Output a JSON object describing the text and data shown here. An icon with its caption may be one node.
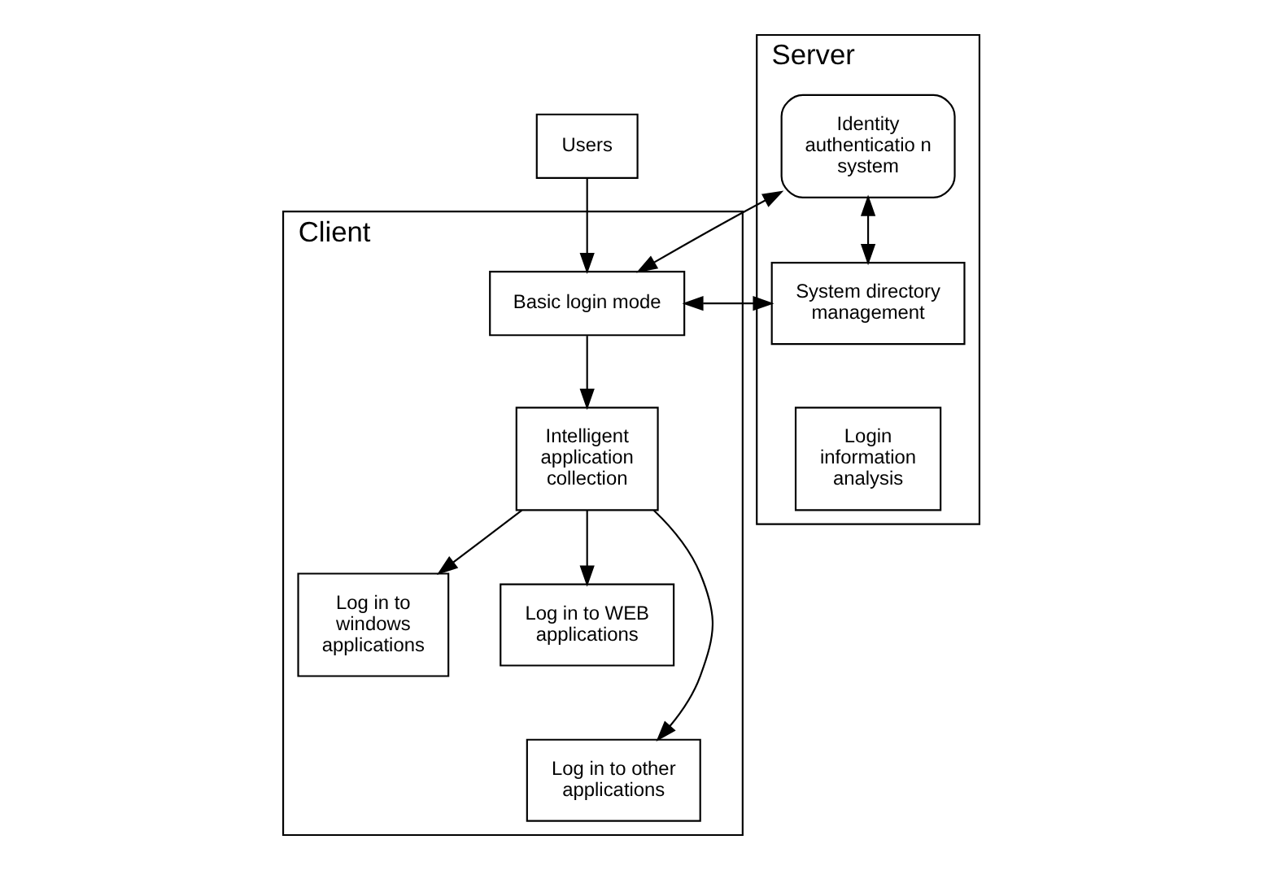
{
  "diagram": {
    "nodes": [
      {
        "text": [
          "Users"
        ]
      },
      {
        "text": [
          "Client"
        ]
      },
      {
        "text": [
          "Basic login mode"
        ],
        "in": 1
      },
      {
        "text": [
          "Intelligent application collection"
        ],
        "in": 1
      },
      {
        "text": [
          "Log in to windows applications"
        ],
        "in": 1
      },
      {
        "text": [
          "Log in to WEB applications"
        ],
        "in": 1
      },
      {
        "text": [
          "Log in to other applications"
        ],
        "in": 1
      },
      {
        "text": [
          "Server"
        ]
      },
      {
        "text": [
          "Identity authenticatio n system"
        ],
        "in": 7
      },
      {
        "text": [
          "System directory management"
        ],
        "in": 7
      },
      {
        "text": [
          "Login information analysis"
        ],
        "in": 7
      }
    ],
    "edges": [
      {
        "from": 0,
        "to": 2,
        "arrow": "to"
      },
      {
        "from": 2,
        "to": 8,
        "arrow": "both"
      },
      {
        "from": 2,
        "to": 9,
        "arrow": "both"
      },
      {
        "from": 8,
        "to": 9,
        "arrow": "both"
      },
      {
        "from": 2,
        "to": 3,
        "arrow": "to"
      },
      {
        "from": 3,
        "to": 4,
        "arrow": "to"
      },
      {
        "from": 3,
        "to": 5,
        "arrow": "to"
      },
      {
        "from": 3,
        "to": 6,
        "arrow": "to"
      }
    ]
  }
}
